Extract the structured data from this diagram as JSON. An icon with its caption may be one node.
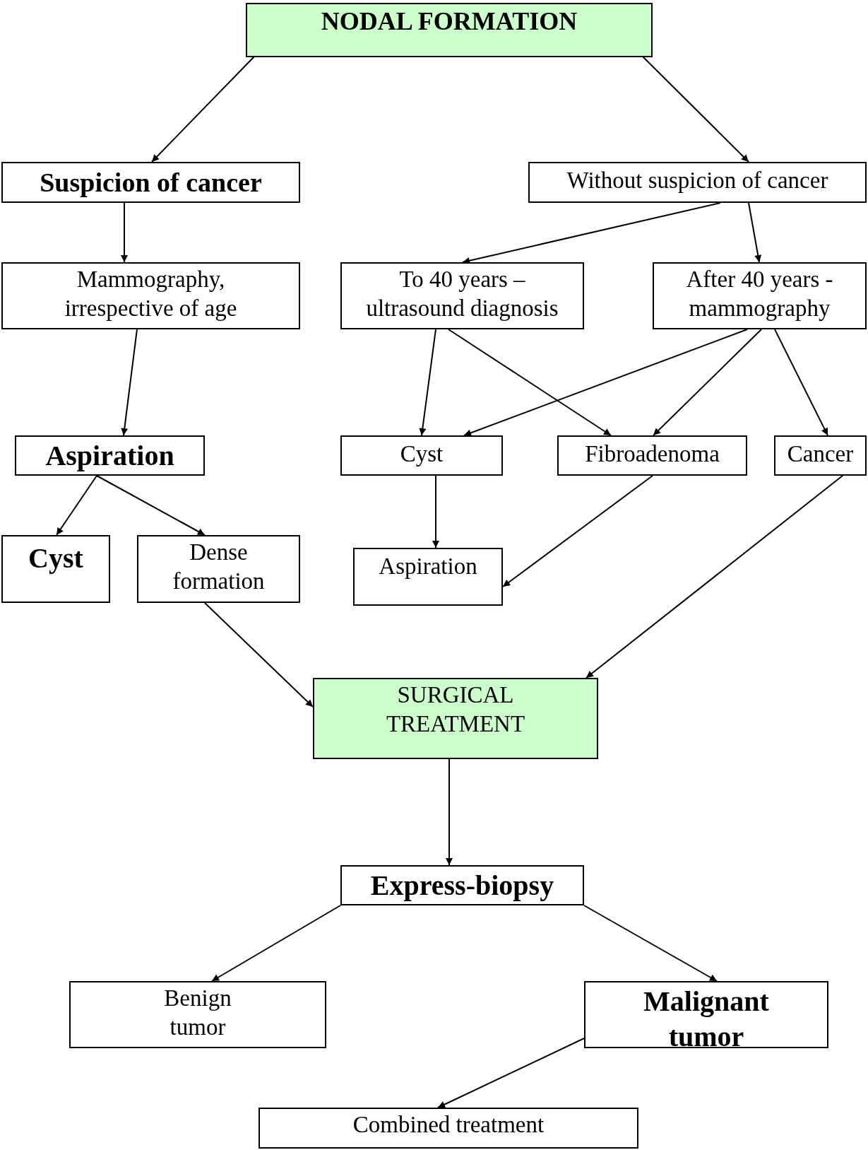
{
  "diagram": {
    "nodes": [
      {
        "text": [
          "NODAL FORMATION"
        ]
      },
      {
        "text": [
          "Suspicion of cancer"
        ]
      },
      {
        "text": [
          "Without suspicion of cancer"
        ]
      },
      {
        "text": [
          "Mammography, irrespective of age"
        ]
      },
      {
        "text": [
          "To 40 years – ultrasound diagnosis"
        ]
      },
      {
        "text": [
          "After 40 years - mammography"
        ]
      },
      {
        "text": [
          "Aspiration"
        ]
      },
      {
        "text": [
          "Cyst"
        ]
      },
      {
        "text": [
          "Fibroadenoma"
        ]
      },
      {
        "text": [
          "Cancer"
        ]
      },
      {
        "text": [
          "Cyst"
        ]
      },
      {
        "text": [
          "Dense formation"
        ]
      },
      {
        "text": [
          "Aspiration"
        ]
      },
      {
        "text": [
          "SURGICAL TREATMENT"
        ]
      },
      {
        "text": [
          "Express-biopsy"
        ]
      },
      {
        "text": [
          "Benign tumor"
        ]
      },
      {
        "text": [
          "Malignant tumor"
        ]
      },
      {
        "text": [
          "Combined treatment"
        ]
      }
    ],
    "edges": [
      {
        "from": 0,
        "to": 1,
        "arrow": "to"
      },
      {
        "from": 0,
        "to": 2,
        "arrow": "to"
      },
      {
        "from": 1,
        "to": 3,
        "arrow": "to"
      },
      {
        "from": 2,
        "to": 4,
        "arrow": "to"
      },
      {
        "from": 2,
        "to": 5,
        "arrow": "to"
      },
      {
        "from": 3,
        "to": 6,
        "arrow": "to"
      },
      {
        "from": 4,
        "to": 7,
        "arrow": "to"
      },
      {
        "from": 4,
        "to": 8,
        "arrow": "to"
      },
      {
        "from": 5,
        "to": 7,
        "arrow": "to"
      },
      {
        "from": 5,
        "to": 8,
        "arrow": "to"
      },
      {
        "from": 5,
        "to": 9,
        "arrow": "to"
      },
      {
        "from": 6,
        "to": 10,
        "arrow": "to"
      },
      {
        "from": 6,
        "to": 11,
        "arrow": "to"
      },
      {
        "from": 7,
        "to": 12,
        "arrow": "to"
      },
      {
        "from": 8,
        "to": 12,
        "arrow": "to"
      },
      {
        "from": 9,
        "to": 13,
        "arrow": "to"
      },
      {
        "from": 11,
        "to": 13,
        "arrow": "to"
      },
      {
        "from": 13,
        "to": 14,
        "arrow": "to"
      },
      {
        "from": 14,
        "to": 15,
        "arrow": "to"
      },
      {
        "from": 14,
        "to": 16,
        "arrow": "to"
      },
      {
        "from": 16,
        "to": 17,
        "arrow": "to"
      }
    ]
  }
}
